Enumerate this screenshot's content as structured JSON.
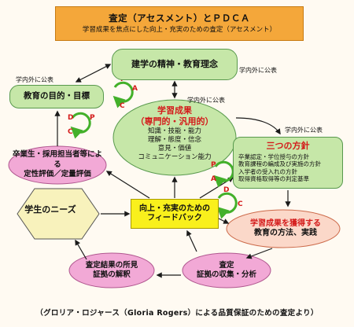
{
  "title": {
    "main": "査定（アセスメント）とＰＤＣＡ",
    "sub": "学習成果を焦点にした向上・充実のための査定（アセスメント）"
  },
  "nodes": {
    "founding": "建学の精神・教育理念",
    "objectives": "教育の目的・目標",
    "results": {
      "title": "学習成果",
      "title_sub": "（専門的・汎用的）",
      "lines": [
        "知識・技能・能力",
        "理解・態度・信念",
        "意見・価値",
        "コミュニケーション能力"
      ]
    },
    "policy": {
      "title": "三つの方針",
      "lines": [
        "卒業認定・学位授与の方針",
        "教育課程の編成及び実施の方針",
        "入学者の受入れの方針",
        "取得資格取得等の判定基準"
      ]
    },
    "evaluation": {
      "line1": "卒業生・採用担当者等による",
      "line2": "定性評価／定量評価"
    },
    "needs": "学生のニーズ",
    "feedback": {
      "line1": "向上・充実のための",
      "line2": "フィードバック"
    },
    "acquire": {
      "line1": "学習成果を獲得する",
      "line2": "教育の方法、実践"
    },
    "analysis": {
      "line1": "査定結果の所見",
      "line2": "証拠の解釈"
    },
    "collection": {
      "line1": "査定",
      "line2": "証拠の収集・分析"
    }
  },
  "labels": {
    "publish_1": "学内外に公表",
    "publish_2": "学内外に公表",
    "publish_3": "学内外に公表",
    "publish_4": "学内外に公表"
  },
  "pdca_letters": [
    "P",
    "D",
    "C",
    "A"
  ],
  "caption": "（グロリア・ロジャース（Gloria Rogers）による品質保証のための査定より）",
  "colors": {
    "title_bg": "#f4a73a",
    "green_box": "#c6e7a8",
    "pink_oval": "#f2a9d6",
    "feedback_box": "#f9f01c",
    "hexagon": "#f8f2bc",
    "arrow": "#1a1a1a",
    "red_text": "#d41a1a",
    "pdca_green": "#43b02a"
  },
  "icons": [
    "pdca-cycle-icon",
    "arrow-icon"
  ]
}
